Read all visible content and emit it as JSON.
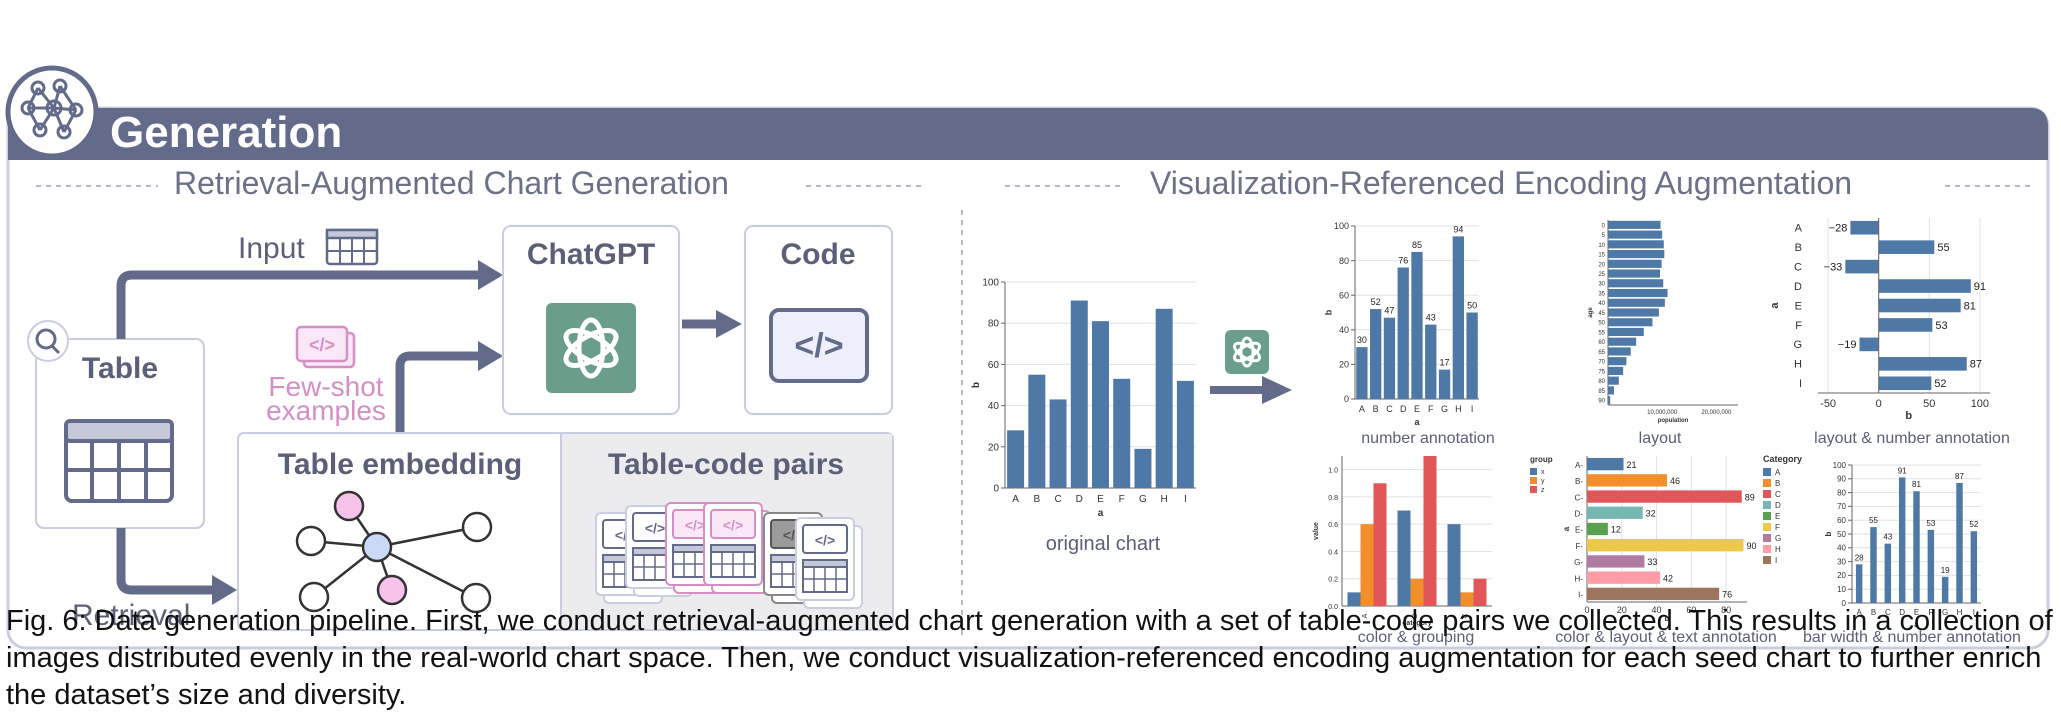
{
  "header": {
    "title": "Generation"
  },
  "sections": {
    "left_title": "Retrieval-Augmented Chart Generation",
    "right_title": "Visualization-Referenced Encoding Augmentation"
  },
  "left": {
    "input_label": "Input",
    "table_label": "Table",
    "chatgpt_label": "ChatGPT",
    "code_label": "Code",
    "fewshot_line1": "Few-shot",
    "fewshot_line2": "examples",
    "embedding_label": "Table embedding",
    "pairs_label": "Table-code pairs",
    "retrieval_label": "Retrieval",
    "code_glyph": "</>"
  },
  "colors": {
    "header": "#636b8a",
    "panel_border": "#c9cde0",
    "arrow": "#636b8a",
    "chatgpt_green": "#6a9e8a",
    "bar_blue": "#4e79a7",
    "fewshot_pink": "#d58fc6",
    "node_pink": "#f7c3ea",
    "node_blue": "#c9d9f7",
    "label_gray": "#5b6078"
  },
  "charts": {
    "original": {
      "caption": "original chart",
      "categories": [
        "A",
        "B",
        "C",
        "D",
        "E",
        "F",
        "G",
        "H",
        "I"
      ],
      "values": [
        28,
        55,
        43,
        91,
        81,
        53,
        19,
        87,
        52
      ],
      "yticks": [
        0,
        20,
        40,
        60,
        80,
        100
      ],
      "xlabel": "a",
      "ylabel": "b"
    },
    "number_annotation": {
      "caption": "number annotation",
      "categories": [
        "A",
        "B",
        "C",
        "D",
        "E",
        "F",
        "G",
        "H",
        "I"
      ],
      "values": [
        30,
        52,
        47,
        76,
        85,
        43,
        17,
        94,
        50
      ],
      "yticks": [
        0,
        20,
        40,
        60,
        80,
        100
      ],
      "xlabel": "a",
      "ylabel": "b"
    },
    "layout": {
      "caption": "layout",
      "ages": [
        "0",
        "5",
        "10",
        "15",
        "20",
        "25",
        "30",
        "35",
        "40",
        "45",
        "50",
        "55",
        "60",
        "65",
        "70",
        "75",
        "80",
        "85",
        "90"
      ],
      "values": [
        9.7,
        10.0,
        10.3,
        10.4,
        9.9,
        9.6,
        10.2,
        11.0,
        10.5,
        9.4,
        8.2,
        6.6,
        5.2,
        4.2,
        3.4,
        2.8,
        2.0,
        1.1,
        0.4
      ],
      "xticks": [
        "10,000,000",
        "20,000,000"
      ],
      "xlabel": "population",
      "ylabel": "age"
    },
    "layout_number": {
      "caption": "layout & number annotation",
      "categories": [
        "A",
        "B",
        "C",
        "D",
        "E",
        "F",
        "G",
        "H",
        "I"
      ],
      "values": [
        -28,
        55,
        -33,
        91,
        81,
        53,
        -19,
        87,
        52
      ],
      "xticks": [
        -50,
        0,
        50,
        100
      ],
      "xlabel": "b",
      "ylabel": "a"
    },
    "color_grouping": {
      "caption": "color & grouping",
      "categories": [
        "A",
        "B",
        "C"
      ],
      "groups": [
        "x",
        "y",
        "z"
      ],
      "legend_title": "group",
      "values": [
        [
          0.1,
          0.6,
          0.9
        ],
        [
          0.7,
          0.2,
          1.1
        ],
        [
          0.6,
          0.1,
          0.2
        ]
      ],
      "yticks": [
        "0.0",
        "0.2",
        "0.4",
        "0.6",
        "0.8",
        "1.0"
      ],
      "xlabel": "category",
      "ylabel": "value"
    },
    "color_layout_text": {
      "caption": "color & layout & text annotation",
      "categories": [
        "A",
        "B",
        "C",
        "D",
        "E",
        "F",
        "G",
        "H",
        "I"
      ],
      "values": [
        21,
        46,
        89,
        32,
        12,
        90,
        33,
        42,
        76
      ],
      "xticks": [
        0,
        20,
        40,
        60,
        80
      ],
      "legend_title": "Category",
      "xlabel": "b",
      "ylabel": "a"
    },
    "bar_width": {
      "caption": "bar width & number annotation",
      "categories": [
        "A",
        "B",
        "C",
        "D",
        "E",
        "F",
        "G",
        "H",
        "I"
      ],
      "values": [
        28,
        55,
        43,
        91,
        81,
        53,
        19,
        87,
        52
      ],
      "yticks": [
        0,
        10,
        20,
        30,
        40,
        50,
        60,
        70,
        80,
        90,
        100
      ],
      "xlabel": "a",
      "ylabel": "b"
    }
  },
  "caption": "Fig. 6: Data generation pipeline. First, we conduct retrieval-augmented chart generation with a set of table-code pairs we collected. This results in a collection of images distributed evenly in the real-world chart space. Then, we conduct visualization-referenced encoding augmentation for each seed chart to further enrich the dataset’s size and diversity."
}
